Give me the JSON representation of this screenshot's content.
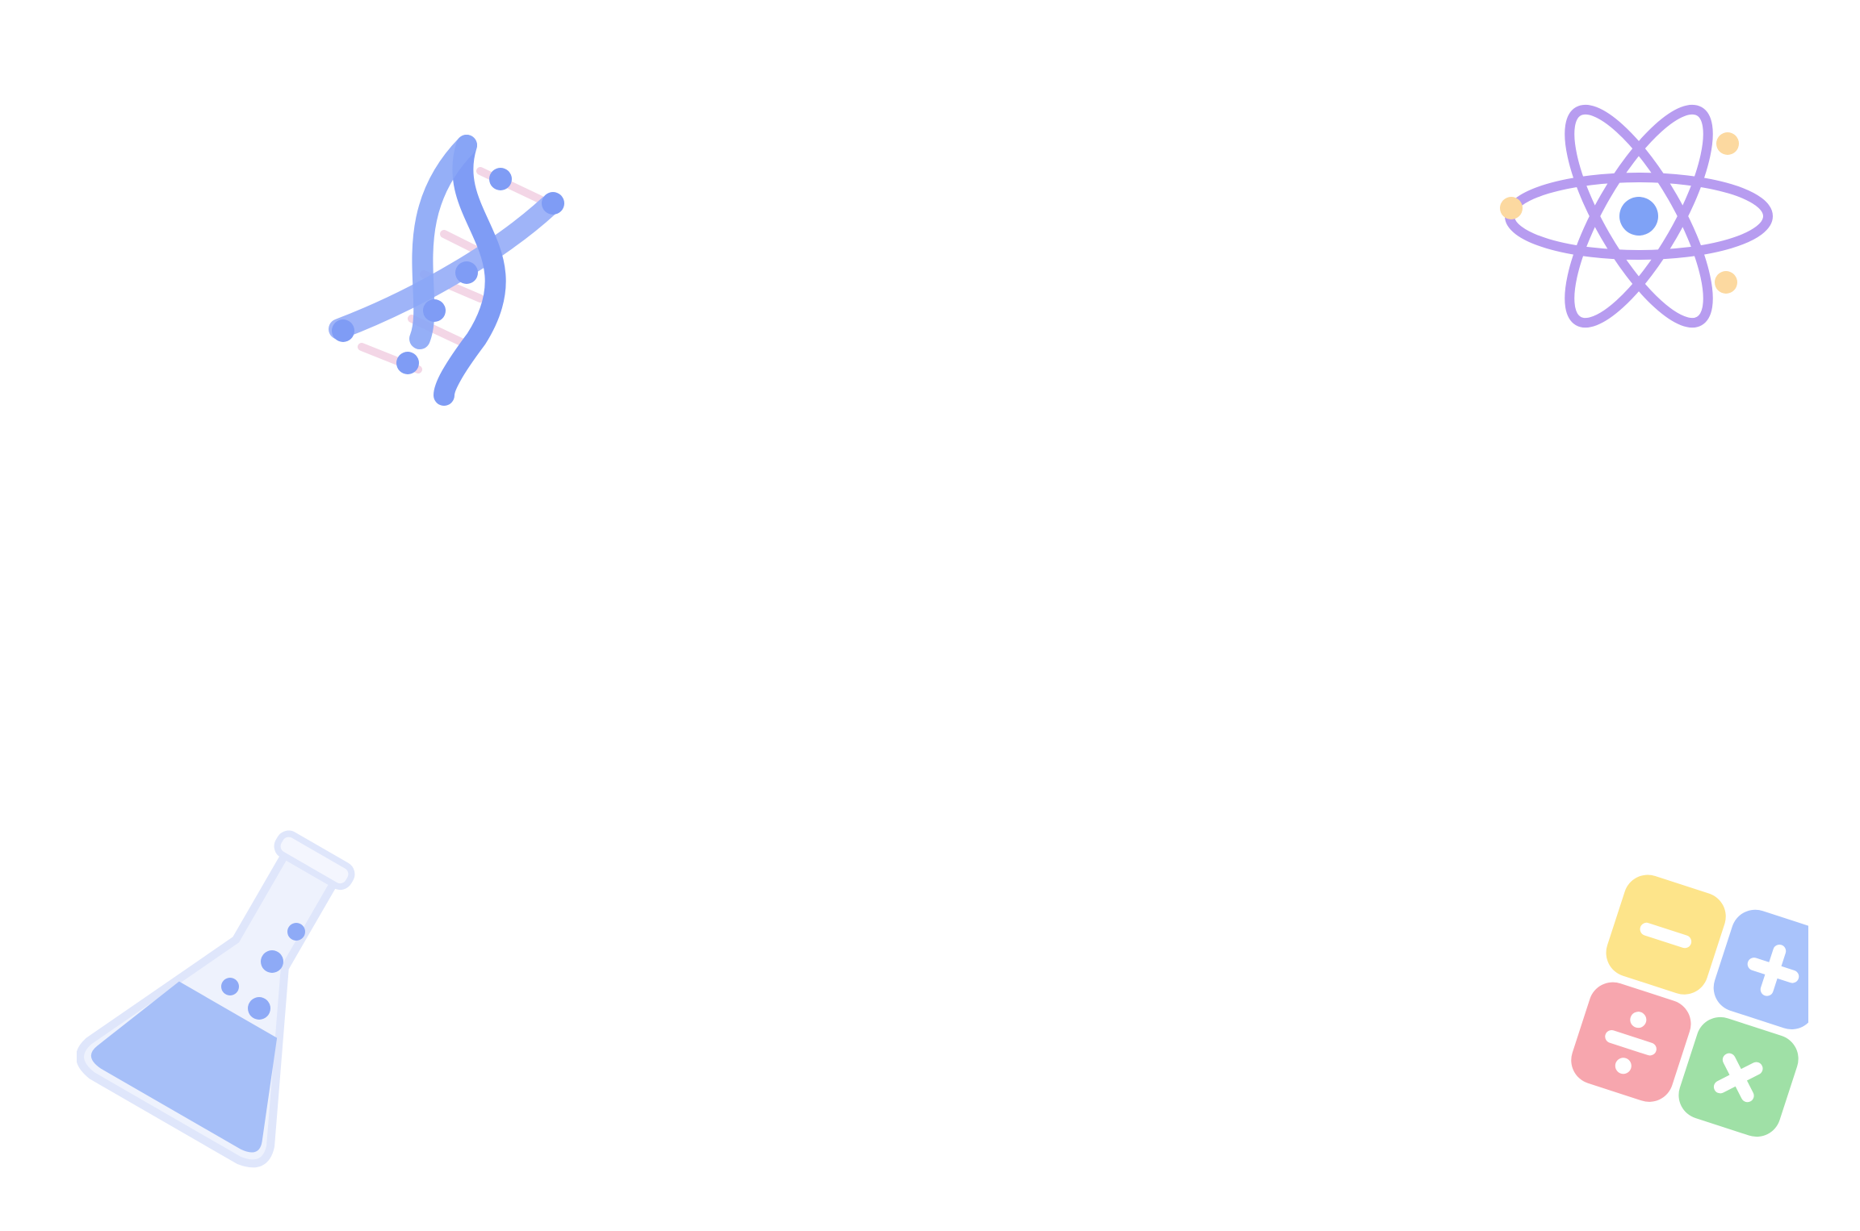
{
  "decorations": [
    {
      "icon": "dna-icon",
      "color": "#7f9cf5"
    },
    {
      "icon": "atom-icon",
      "color": "#b79cf0"
    },
    {
      "icon": "flask-icon",
      "color": "#9fb8f7"
    },
    {
      "icon": "math-operators-icon",
      "tiles": [
        {
          "symbol": "minus",
          "color": "#fde48a"
        },
        {
          "symbol": "plus",
          "color": "#a9c3fb"
        },
        {
          "symbol": "divide",
          "color": "#f7a6ae"
        },
        {
          "symbol": "multiply",
          "color": "#9fe0a6"
        }
      ]
    }
  ],
  "accent_colors": {
    "electron": "#fcd9a0",
    "nucleus": "#7fa2f6",
    "rung": "#f3d6e6"
  }
}
